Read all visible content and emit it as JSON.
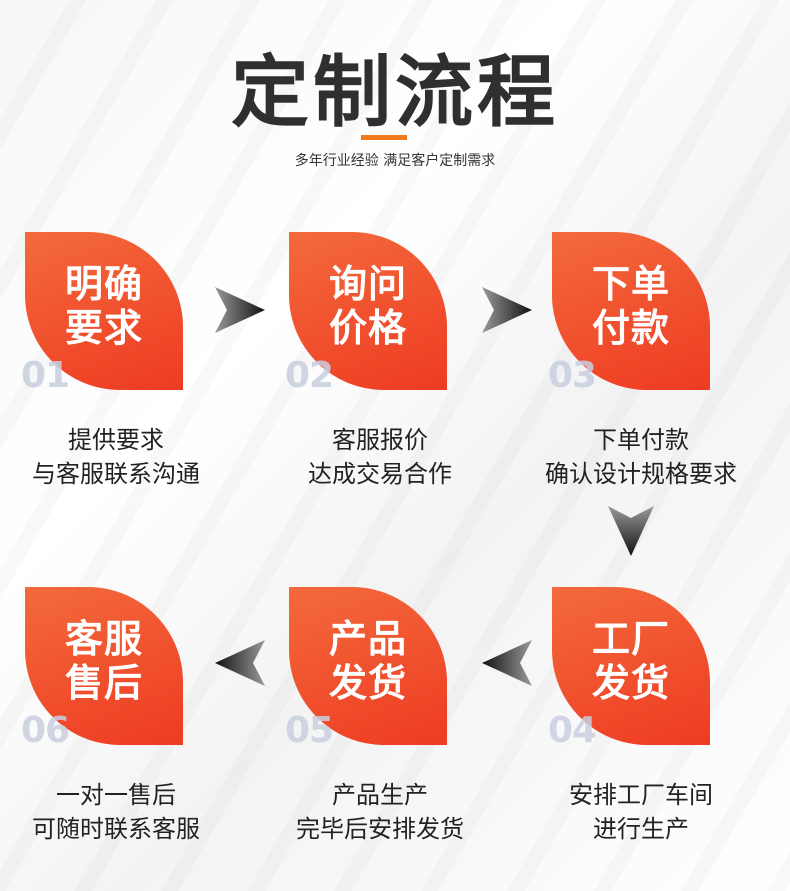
{
  "title": "定制流程",
  "subtitle": "多年行业经验 满足客户定制需求",
  "steps": [
    {
      "num": "01",
      "title_line1": "明确",
      "title_line2": "要求",
      "desc_line1": "提供要求",
      "desc_line2": "与客服联系沟通"
    },
    {
      "num": "02",
      "title_line1": "询问",
      "title_line2": "价格",
      "desc_line1": "客服报价",
      "desc_line2": "达成交易合作"
    },
    {
      "num": "03",
      "title_line1": "下单",
      "title_line2": "付款",
      "desc_line1": "下单付款",
      "desc_line2": "确认设计规格要求"
    },
    {
      "num": "04",
      "title_line1": "工厂",
      "title_line2": "发货",
      "desc_line1": "安排工厂车间",
      "desc_line2": "进行生产"
    },
    {
      "num": "05",
      "title_line1": "产品",
      "title_line2": "发货",
      "desc_line1": "产品生产",
      "desc_line2": "完毕后安排发货"
    },
    {
      "num": "06",
      "title_line1": "客服",
      "title_line2": "售后",
      "desc_line1": "一对一售后",
      "desc_line2": "可随时联系客服"
    }
  ],
  "icons": {
    "arrow_right": "arrow-right-icon",
    "arrow_left": "arrow-left-icon",
    "arrow_down": "arrow-down-icon"
  },
  "colors": {
    "accent": "#f07a1e",
    "card_start": "#f36a3c",
    "card_end": "#ee3b22",
    "title": "#2f2f2f"
  }
}
